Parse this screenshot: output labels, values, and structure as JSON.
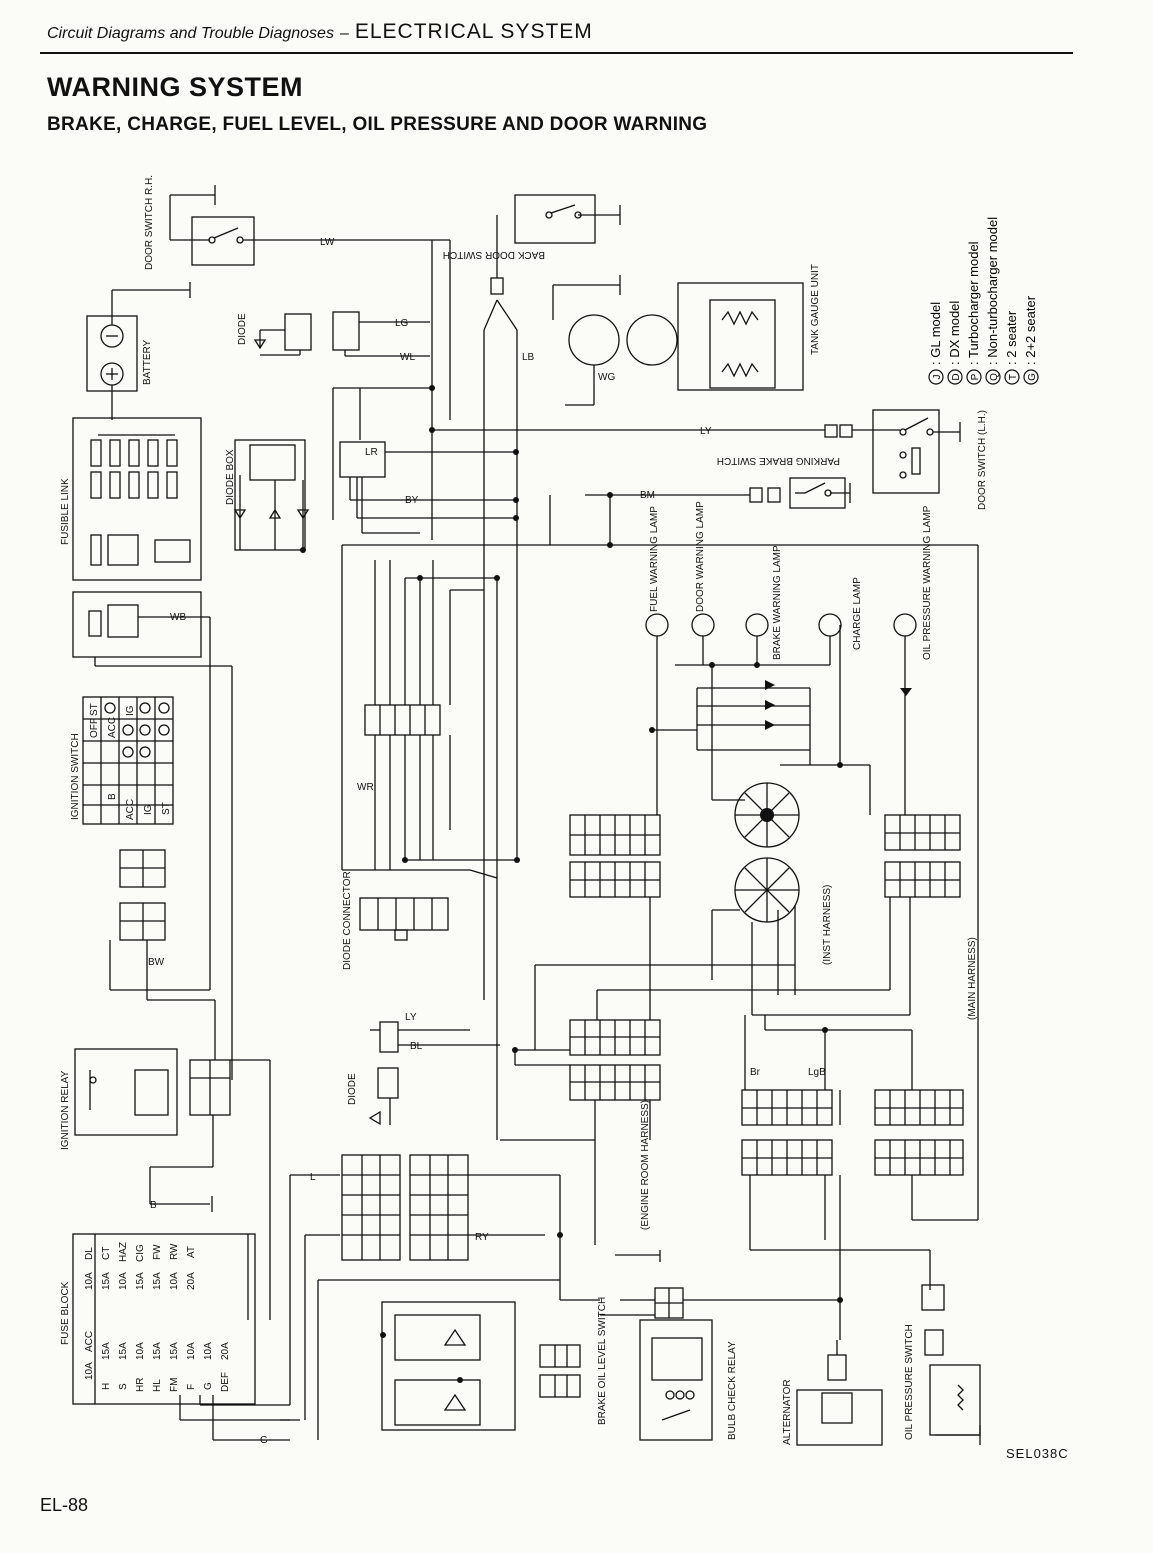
{
  "header": {
    "section": "Circuit Diagrams and Trouble Diagnoses",
    "dash": "–",
    "chapter": "ELECTRICAL SYSTEM"
  },
  "title": "WARNING SYSTEM",
  "subtitle": "BRAKE, CHARGE, FUEL LEVEL, OIL PRESSURE AND DOOR WARNING",
  "legend": [
    {
      "code": "J",
      "text": ": GL model"
    },
    {
      "code": "D",
      "text": ": DX model"
    },
    {
      "code": "P",
      "text": ": Turbocharger model"
    },
    {
      "code": "Q",
      "text": ": Non-turbocharger model"
    },
    {
      "code": "T",
      "text": ": 2 seater"
    },
    {
      "code": "G",
      "text": ": 2+2 seater"
    }
  ],
  "components": {
    "door_switch_rh": "DOOR SWITCH R.H.",
    "battery": "BATTERY",
    "fusible_link": "FUSIBLE LINK",
    "ignition_switch": "IGNITION SWITCH",
    "ignition_relay": "IGNITION RELAY",
    "fuse_block": "FUSE BLOCK",
    "diode_j": "DIODE",
    "diode_box": "DIODE BOX",
    "diode_connector": "DIODE CONNECTOR",
    "diode_d": "DIODE",
    "back_door_switch": "BACK DOOR SWITCH",
    "tank_gauge_unit": "TANK GAUGE UNIT",
    "parking_brake_switch": "PARKING BRAKE SWITCH",
    "door_switch_lh": "DOOR SWITCH (L.H.)",
    "fuel_warning_lamp": "FUEL WARNING LAMP",
    "door_warning_lamp": "DOOR WARNING LAMP",
    "brake_warning_lamp": "BRAKE WARNING LAMP",
    "charge_lamp": "CHARGE LAMP",
    "oil_pressure_warning_lamp": "OIL PRESSURE WARNING LAMP",
    "inst_harness": "(INST HARNESS)",
    "main_harness": "(MAIN HARNESS)",
    "engine_room_harness": "(ENGINE ROOM HARNESS)",
    "brake_oil_level_switch": "BRAKE OIL LEVEL SWITCH",
    "bulb_check_relay": "BULB CHECK RELAY",
    "alternator": "ALTERNATOR",
    "oil_pressure_switch": "OIL PRESSURE SWITCH"
  },
  "ignition_switch_positions": [
    "OFF",
    "ACC",
    "IG",
    "ST"
  ],
  "ignition_switch_terminals": [
    "B",
    "ACC",
    "IG",
    "ST"
  ],
  "fuse_block_top": [
    "DL",
    "CT",
    "HAZ",
    "CIG",
    "FW",
    "RW",
    "AT"
  ],
  "fuse_block_top_ratings": [
    "10A",
    "15A",
    "10A",
    "15A",
    "15A",
    "10A",
    "20A"
  ],
  "fuse_block_bottom": [
    "ACC",
    "H",
    "S",
    "HR",
    "HL",
    "FM",
    "F",
    "G",
    "DEF"
  ],
  "fuse_block_bottom_ratings": [
    "10A",
    "15A",
    "15A",
    "10A",
    "15A",
    "15A",
    "10A",
    "10A",
    "20A"
  ],
  "wire_codes": [
    "LW",
    "LG",
    "WL",
    "LY",
    "LB",
    "WG",
    "WR",
    "WB",
    "BW",
    "L",
    "B",
    "G",
    "Br",
    "LgB",
    "RY",
    "LR",
    "BY",
    "BM",
    "BL",
    "LY"
  ],
  "figure_code": "SEL038C",
  "page_number": "EL-88"
}
